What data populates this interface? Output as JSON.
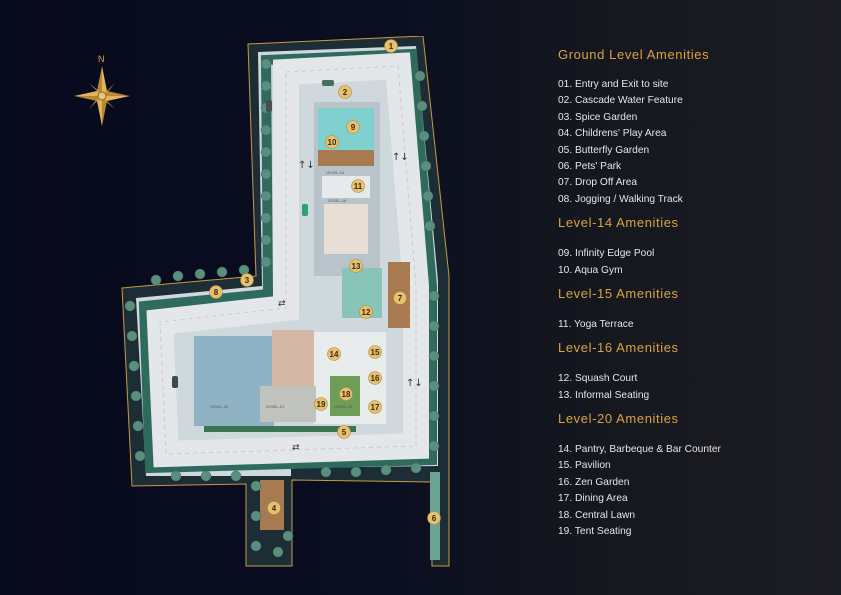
{
  "compass": {
    "label": "N"
  },
  "sections": [
    {
      "title": "Ground Level Amenities",
      "items": [
        "01. Entry and Exit to site",
        "02. Cascade Water Feature",
        "03. Spice Garden",
        "04. Childrens' Play Area",
        "05. Butterfly Garden",
        "06. Pets' Park",
        "07. Drop Off Area",
        "08. Jogging / Walking Track"
      ]
    },
    {
      "title": "Level-14 Amenities",
      "items": [
        "09. Infinity Edge Pool",
        "10. Aqua Gym"
      ]
    },
    {
      "title": "Level-15 Amenities",
      "items": [
        "11. Yoga Terrace"
      ]
    },
    {
      "title": "Level-16 Amenities",
      "items": [
        "12. Squash Court",
        "13. Informal Seating"
      ]
    },
    {
      "title": "Level-20 Amenities",
      "items": [
        "14. Pantry, Barbeque & Bar Counter",
        "15. Pavilion",
        "16. Zen Garden",
        "17. Dining Area",
        "18. Central Lawn",
        "19. Tent Seating"
      ]
    }
  ],
  "map": {
    "markers": [
      "1",
      "2",
      "3",
      "4",
      "5",
      "6",
      "7",
      "8",
      "9",
      "10",
      "11",
      "12",
      "13",
      "14",
      "15",
      "16",
      "17",
      "18",
      "19"
    ],
    "level_labels": [
      "LEVEL-14",
      "LEVEL-16",
      "LEVEL-20",
      "LEVEL-21",
      "LEVEL-20"
    ]
  },
  "colors": {
    "accent": "#d9a33f",
    "marker": "#e5c170",
    "tree": "#5a8f7e",
    "road": "#dfe3e6",
    "pool": "#7fd0cf",
    "wood": "#a77a4f"
  }
}
